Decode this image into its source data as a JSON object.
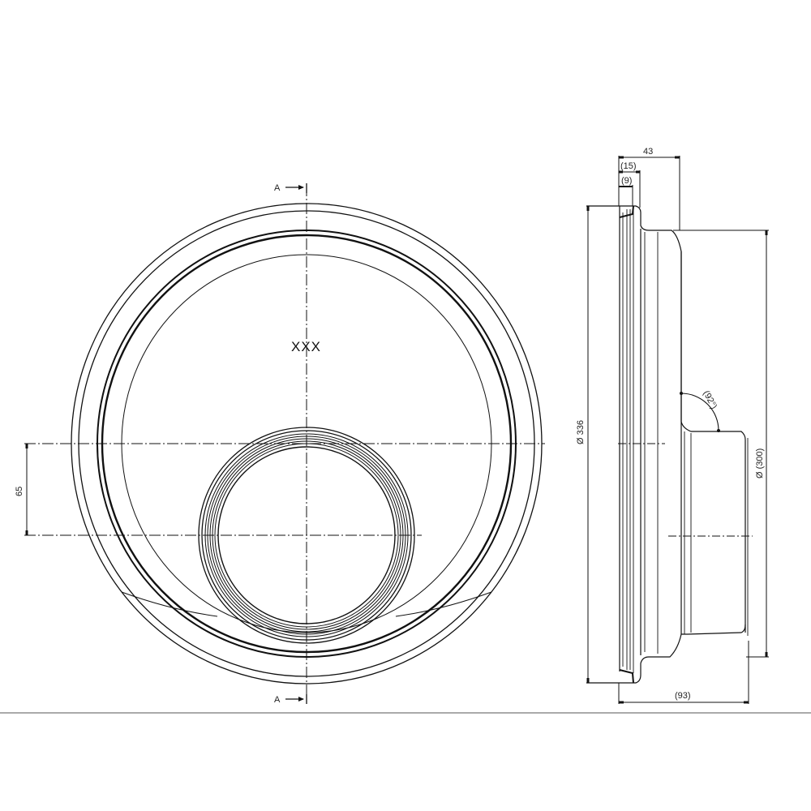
{
  "drawing": {
    "type": "technical-drawing",
    "views": {
      "front": {
        "name": "front-view",
        "part_label": "XXX",
        "section_marker_top": "A",
        "section_marker_bottom": "A",
        "dimension_offset": "65"
      },
      "side": {
        "name": "side-section-view",
        "dim_total_depth": "43",
        "dim_flange_depth": "(15)",
        "dim_lip_depth": "(9)",
        "dim_outer_diameter": "Ø 336",
        "dim_inner_diameter": "Ø (300)",
        "dim_overall_length": "(93)",
        "dim_angle": "(92°)"
      }
    },
    "colors": {
      "line": "#111111",
      "background": "#ffffff",
      "border": "#555555"
    }
  }
}
